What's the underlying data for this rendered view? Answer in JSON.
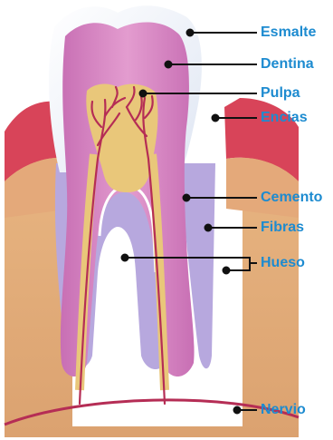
{
  "labels": {
    "esmalte": "Esmalte",
    "dentina": "Dentina",
    "pulpa": "Pulpa",
    "encias": "Encias",
    "cemento": "Cemento",
    "fibras": "Fibras",
    "hueso": "Hueso",
    "nervio": "Nervio"
  },
  "colors": {
    "label": "#1d8bd0",
    "enamel": "#f1f5fb",
    "dentin": "#d98ac4",
    "pulp": "#e9c77a",
    "gum": "#d84459",
    "bone": "#e8b27e",
    "cementum": "#b7a8de",
    "nerve": "#b52d55",
    "leader": "#111111"
  }
}
